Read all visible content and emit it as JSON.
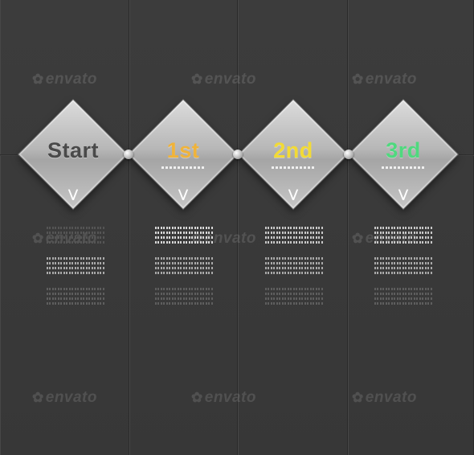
{
  "watermark": "envato",
  "steps": [
    {
      "label": "Start",
      "color": "#4a4a4a"
    },
    {
      "label": "1st",
      "color": "#f0b33a"
    },
    {
      "label": "2nd",
      "color": "#f2da35"
    },
    {
      "label": "3rd",
      "color": "#4fd97e"
    }
  ],
  "colors": {
    "background": "#3a3a3a",
    "diamond": "#c4c4c4",
    "text_bright": "#d8d8d8",
    "text_mid": "#a9a9a9",
    "text_dim": "#6b6b6b"
  },
  "icons": {
    "chevron": "chevron-down-icon",
    "connector": "connector-dot-icon",
    "watermark_leaf": "leaf-icon"
  }
}
